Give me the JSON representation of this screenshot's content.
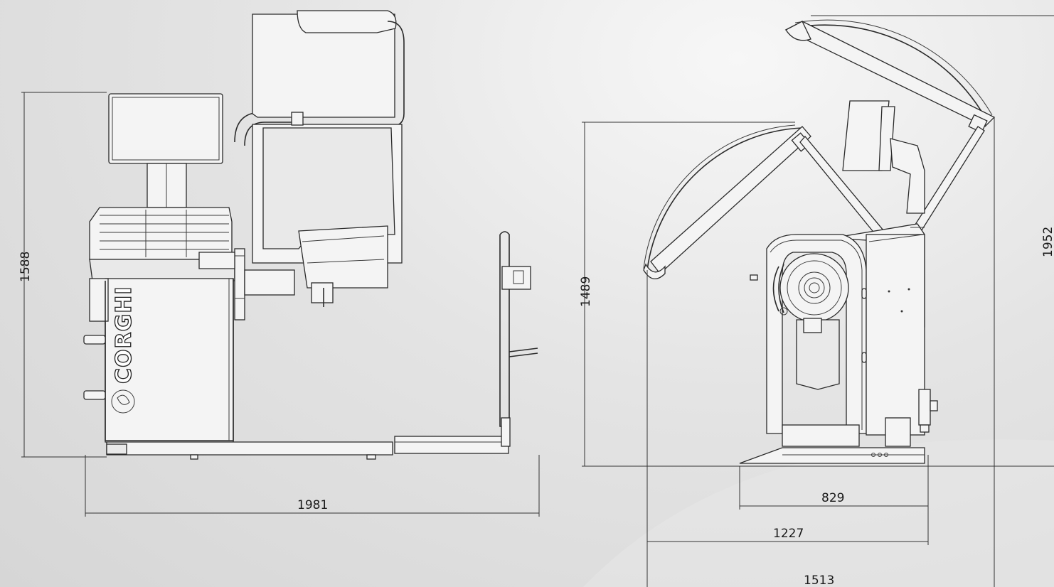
{
  "brand": "CORGHI",
  "front_view": {
    "height_label": "1588",
    "width_label": "1981"
  },
  "side_view": {
    "height_label": "1489",
    "open_height_label": "1952",
    "base_depth_label": "829",
    "depth_label": "1227",
    "open_depth_label": "1513"
  }
}
